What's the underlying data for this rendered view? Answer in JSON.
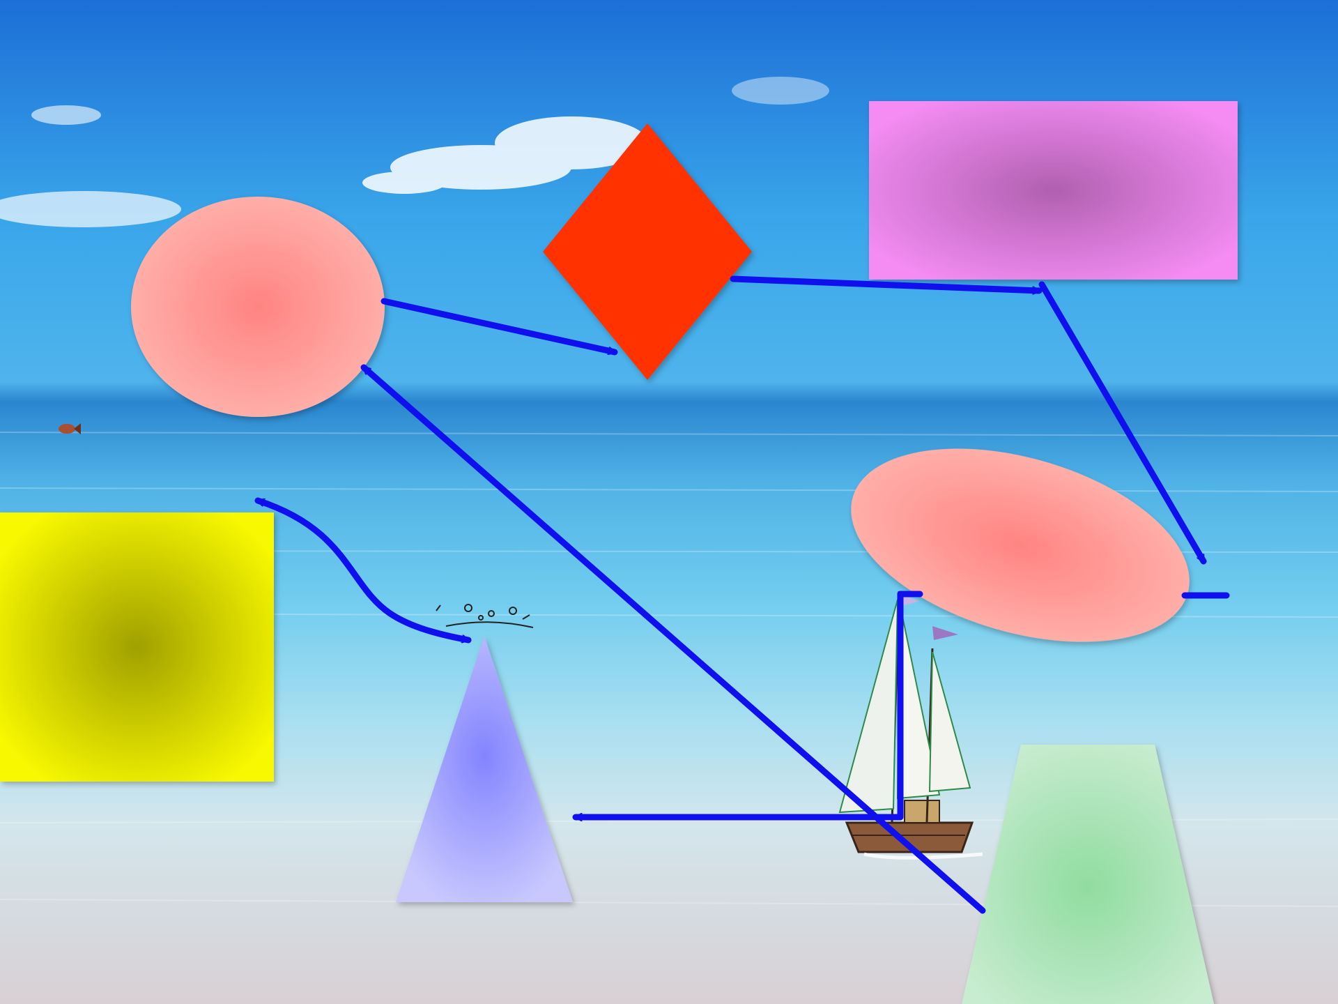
{
  "slide": {
    "background": {
      "sky_top": "#1c6fd6",
      "sky_mid": "#3aa6ea",
      "horizon": "#7fd3f4",
      "sea_far": "#1d7fc8",
      "sea_near": "#6cc8ec",
      "sand": "#d8d0d4"
    },
    "colors": {
      "connector": "#1010ee",
      "ellipse_left": "#ff8c88",
      "diamond": "#ff3300",
      "rectangle": "#f08cf0",
      "ellipse_right": "#ff8c88",
      "square": "#f2f200",
      "triangle": "#8c8cff",
      "trapezoid": "#a8e4b4"
    },
    "decor": {
      "boat": "sailboat-clipart",
      "splash": "water-splash-clipart",
      "fish": "small-fish-clipart"
    },
    "shapes": [
      {
        "id": "ellipse-left",
        "kind": "ellipse",
        "label": ""
      },
      {
        "id": "diamond",
        "kind": "diamond",
        "label": ""
      },
      {
        "id": "rectangle-top-right",
        "kind": "rectangle",
        "label": ""
      },
      {
        "id": "ellipse-right-tilted",
        "kind": "ellipse",
        "label": ""
      },
      {
        "id": "square-left",
        "kind": "rectangle",
        "label": ""
      },
      {
        "id": "triangle",
        "kind": "triangle",
        "label": ""
      },
      {
        "id": "trapezoid",
        "kind": "trapezoid",
        "label": ""
      }
    ],
    "connectors": [
      {
        "from": "ellipse-left",
        "to": "diamond",
        "style": "straight-arrow"
      },
      {
        "from": "diamond",
        "to": "rectangle-top-right",
        "style": "straight-arrow"
      },
      {
        "from": "rectangle-top-right",
        "to": "ellipse-right-tilted",
        "style": "straight-arrow"
      },
      {
        "from": "trapezoid",
        "to": "ellipse-left",
        "style": "straight-arrow"
      },
      {
        "from": "square-left",
        "to": "triangle",
        "style": "curved-double-arrow"
      },
      {
        "from": "ellipse-right-tilted",
        "to": "triangle",
        "style": "elbow-arrow"
      }
    ]
  }
}
